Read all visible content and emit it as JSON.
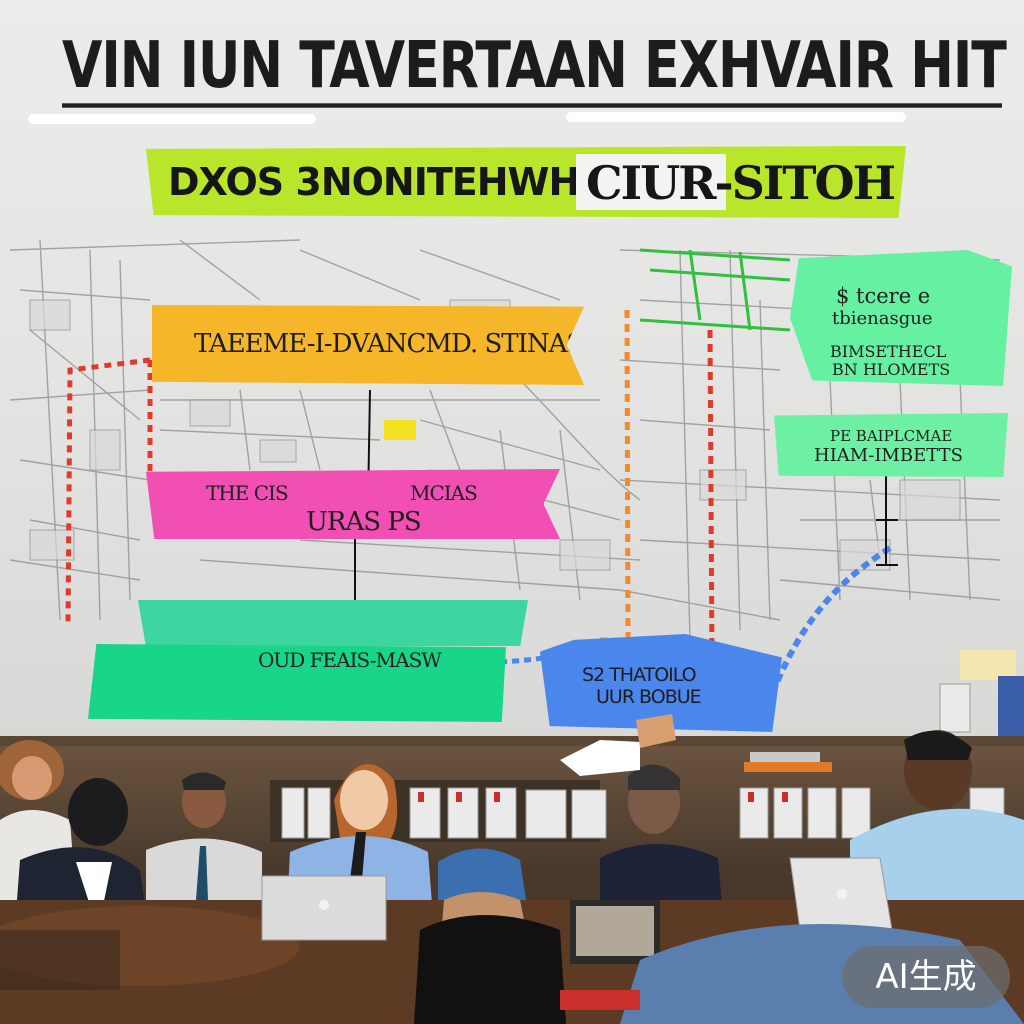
{
  "headline": "VIN IUN TAVERTAAN EXHVAIR HIT NAAW",
  "subtitle": {
    "left": "DXOS 3NONITEHWH",
    "right": "CIUR-SITOH"
  },
  "banners": {
    "yellow": "TAEEME-I-DVANCMD. STINAS",
    "pink_left": "THE CIS",
    "pink_right": "MCIAS",
    "pink_bottom": "URAS PS",
    "green": "OUD FEAIS-MASW",
    "blue_line1": "S2 THATOILO",
    "blue_line2": "UUR BOBUE"
  },
  "notes": {
    "green_top_line1": "$ tcere e",
    "green_top_line2": "tbienasgue",
    "green_top_line3": "BIMSETHECL",
    "green_top_line4": "BN HLOMETS",
    "green_mid_line1": "PE BAIPLCMAE",
    "green_mid_line2": "HIAM-IMBETTS"
  },
  "colors": {
    "yellow_banner": "#f5b629",
    "pink_banner": "#f14fb4",
    "green_banner": "#18d58a",
    "blue_banner": "#4a86ec",
    "subtitle_band": "#b9e62a",
    "sticky_notes": "#66f0a2",
    "red_route": "#e03a2c",
    "orange_route": "#f08a2a"
  },
  "watermark": "AI生成"
}
